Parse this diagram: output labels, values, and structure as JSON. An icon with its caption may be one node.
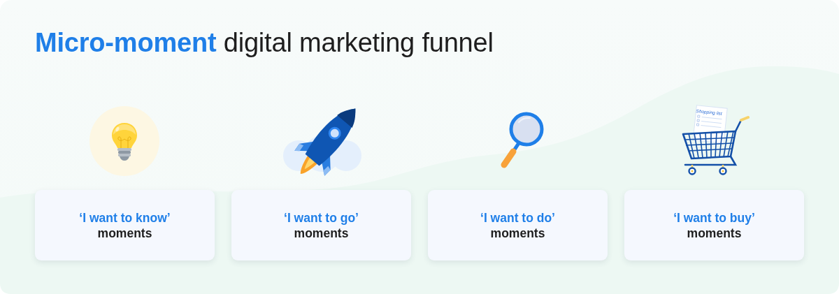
{
  "diagram": {
    "title": "**Micro-moment** digital marketing funnel",
    "nodes": [
      {
        "text": [
          "‘I want to know’",
          "moments"
        ]
      },
      {
        "text": [
          "‘I want to go’",
          "moments"
        ]
      },
      {
        "text": [
          "‘I want to do’",
          "moments"
        ]
      },
      {
        "text": [
          "‘I want to buy’",
          "moments"
        ]
      }
    ],
    "labels": [
      "Shopping list"
    ]
  }
}
